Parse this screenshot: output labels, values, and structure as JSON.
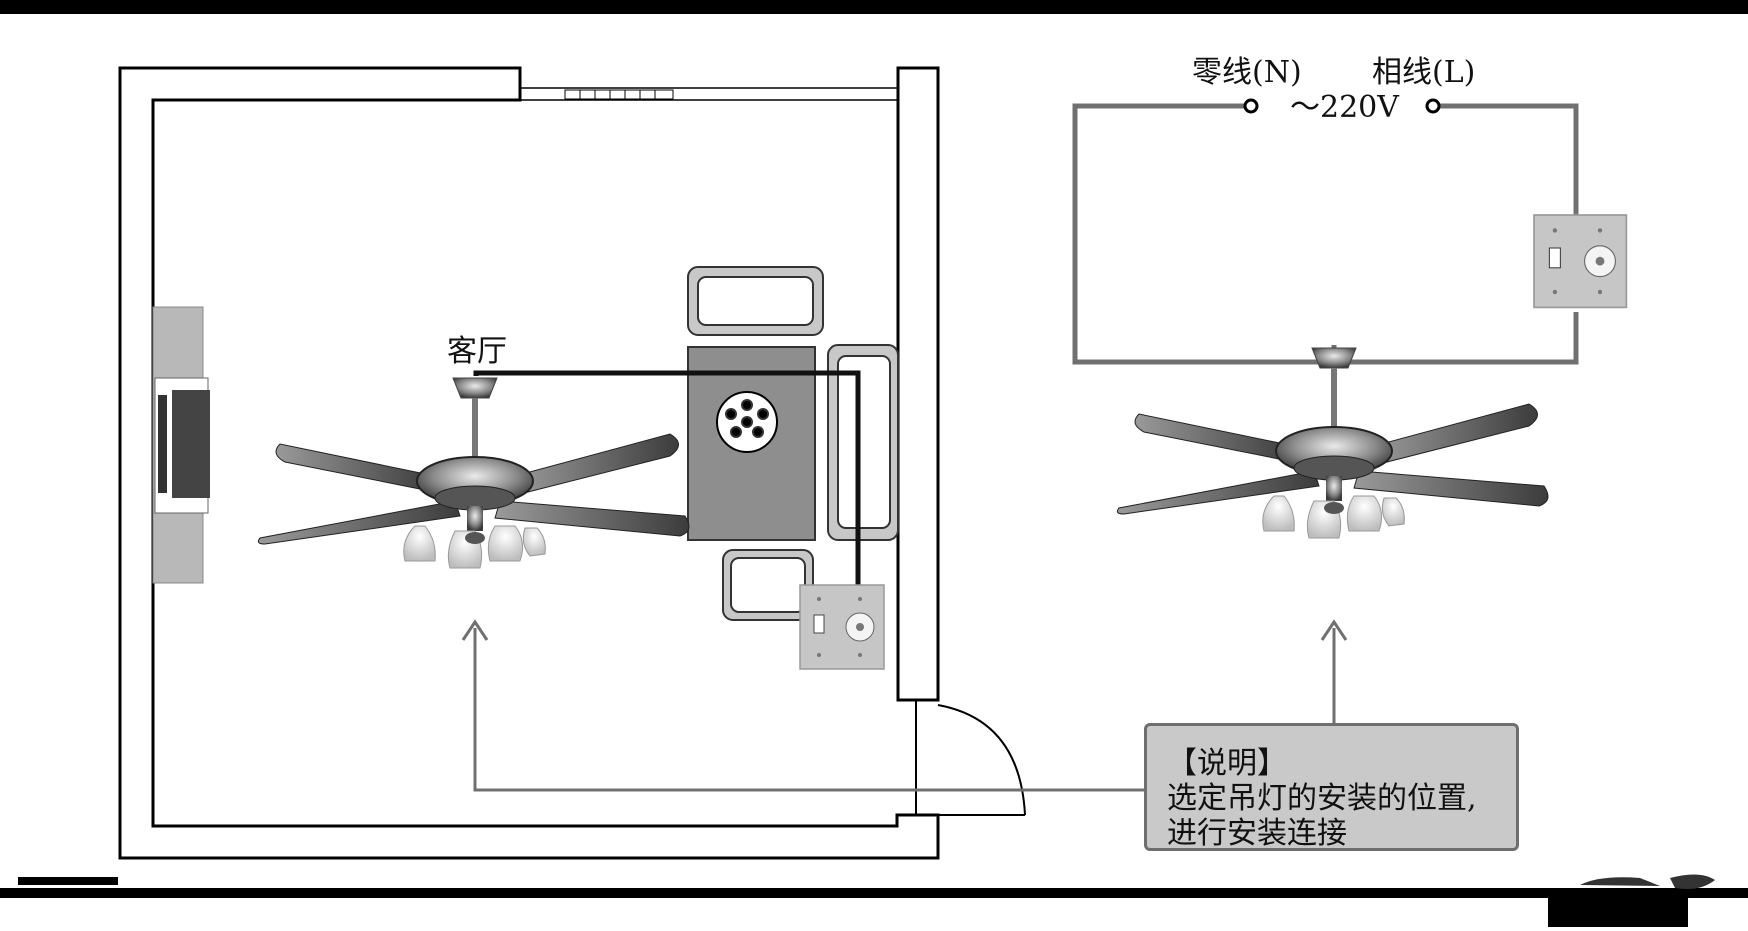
{
  "room": {
    "label": "客厅"
  },
  "supply": {
    "neutral_label": "零线(N)",
    "live_label": "相线(L)",
    "voltage_label": "～220V"
  },
  "note": {
    "heading": "【说明】",
    "line1": "选定吊灯的安装的位置,",
    "line2": "进行安装连接"
  },
  "colors": {
    "wire": "#707070",
    "wire_dark": "#111111",
    "panel": "#c9c9c9"
  },
  "icons": [
    "ceiling-fan-icon",
    "wall-switch-icon",
    "terminal-icon",
    "arrow-up-icon"
  ]
}
